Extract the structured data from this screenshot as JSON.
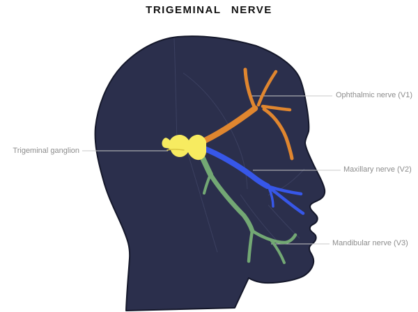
{
  "title": "TRIGEMINAL NERVE",
  "labels": {
    "ganglion": "Trigeminal ganglion",
    "v1": "Ophthalmic nerve (V1)",
    "v2": "Maxillary nerve (V2)",
    "v3": "Mandibular nerve (V3)"
  },
  "colors": {
    "head": "#2B2F4C",
    "head_outline": "#14172A",
    "ophthalmic_orange": "#E0862F",
    "maxillary_blue": "#3757E8",
    "mandibular_green": "#73A874",
    "ganglion_yellow": "#F7EB60",
    "ganglion_detail": "#D9C53E",
    "leader_line": "#C9C9C9",
    "label_text": "#8C8C8C",
    "title_text": "#111111"
  }
}
